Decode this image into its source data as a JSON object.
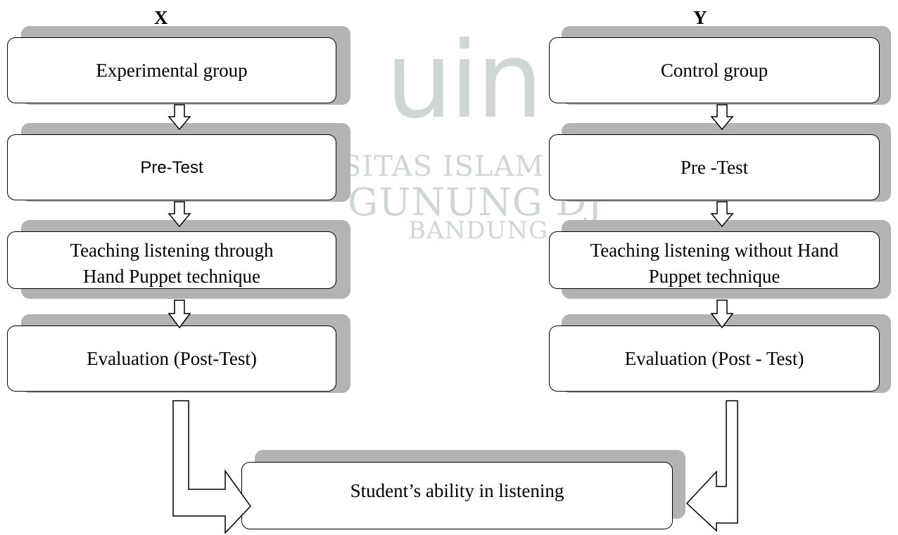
{
  "watermark": {
    "logo_text": "uin",
    "line1": "SITAS ISLAM NEG",
    "line2": "GUNUNG DJ",
    "line3": "BANDUNG"
  },
  "columns": {
    "left_label": "X",
    "right_label": "Y"
  },
  "left_flow": [
    "Experimental group",
    "Pre-Test",
    "Teaching listening through Hand Puppet technique",
    "Evaluation (Post-Test)"
  ],
  "right_flow": [
    "Control group",
    "Pre -Test",
    "Teaching listening without Hand Puppet technique",
    "Evaluation (Post - Test)"
  ],
  "outcome": "Student’s ability in listening",
  "colors": {
    "border": "#000000",
    "shadow": "#b3b3b3",
    "watermark": "#cfd6d6"
  }
}
